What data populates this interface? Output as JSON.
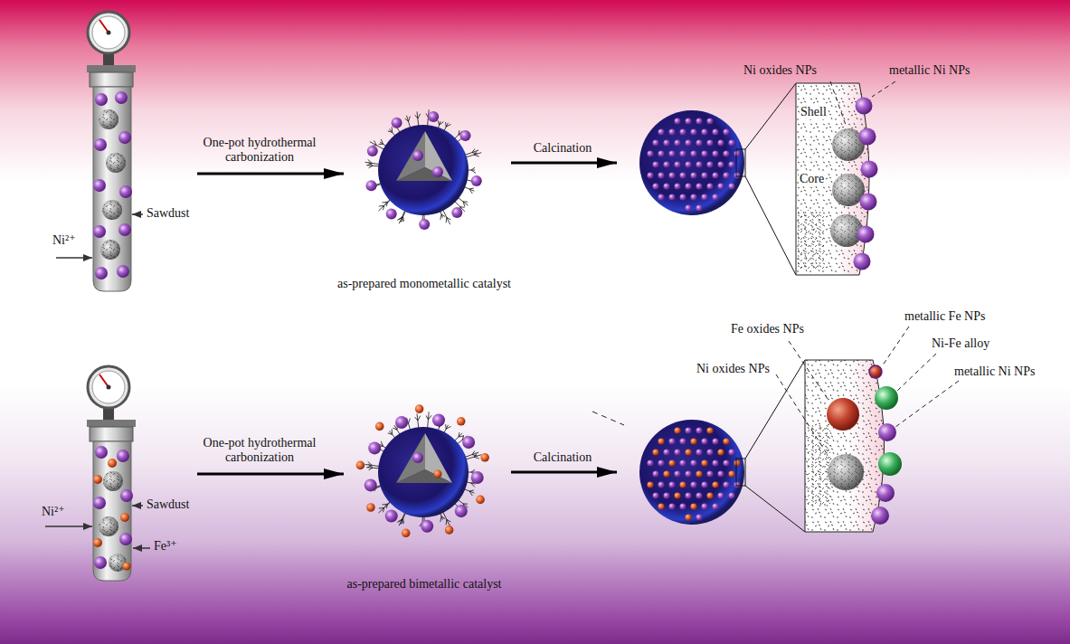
{
  "diagram": {
    "nodes": [
      {
        "text": [
          "Shell",
          "Core"
        ]
      }
    ],
    "labels": [
      "Ni oxides NPs",
      "metallic Ni NPs",
      "One-pot hydrothermal carbonization",
      "Calcination",
      "Sawdust",
      "Ni²⁺",
      "as-prepared monometallic catalyst",
      "metallic Fe NPs",
      "Fe oxides NPs",
      "Ni-Fe alloy",
      "Ni oxides NPs",
      "metallic Ni NPs",
      "One-pot hydrothermal carbonization",
      "Calcination",
      "Sawdust",
      "Ni²⁺",
      "Fe³⁺",
      "as-prepared bimetallic catalyst"
    ]
  }
}
